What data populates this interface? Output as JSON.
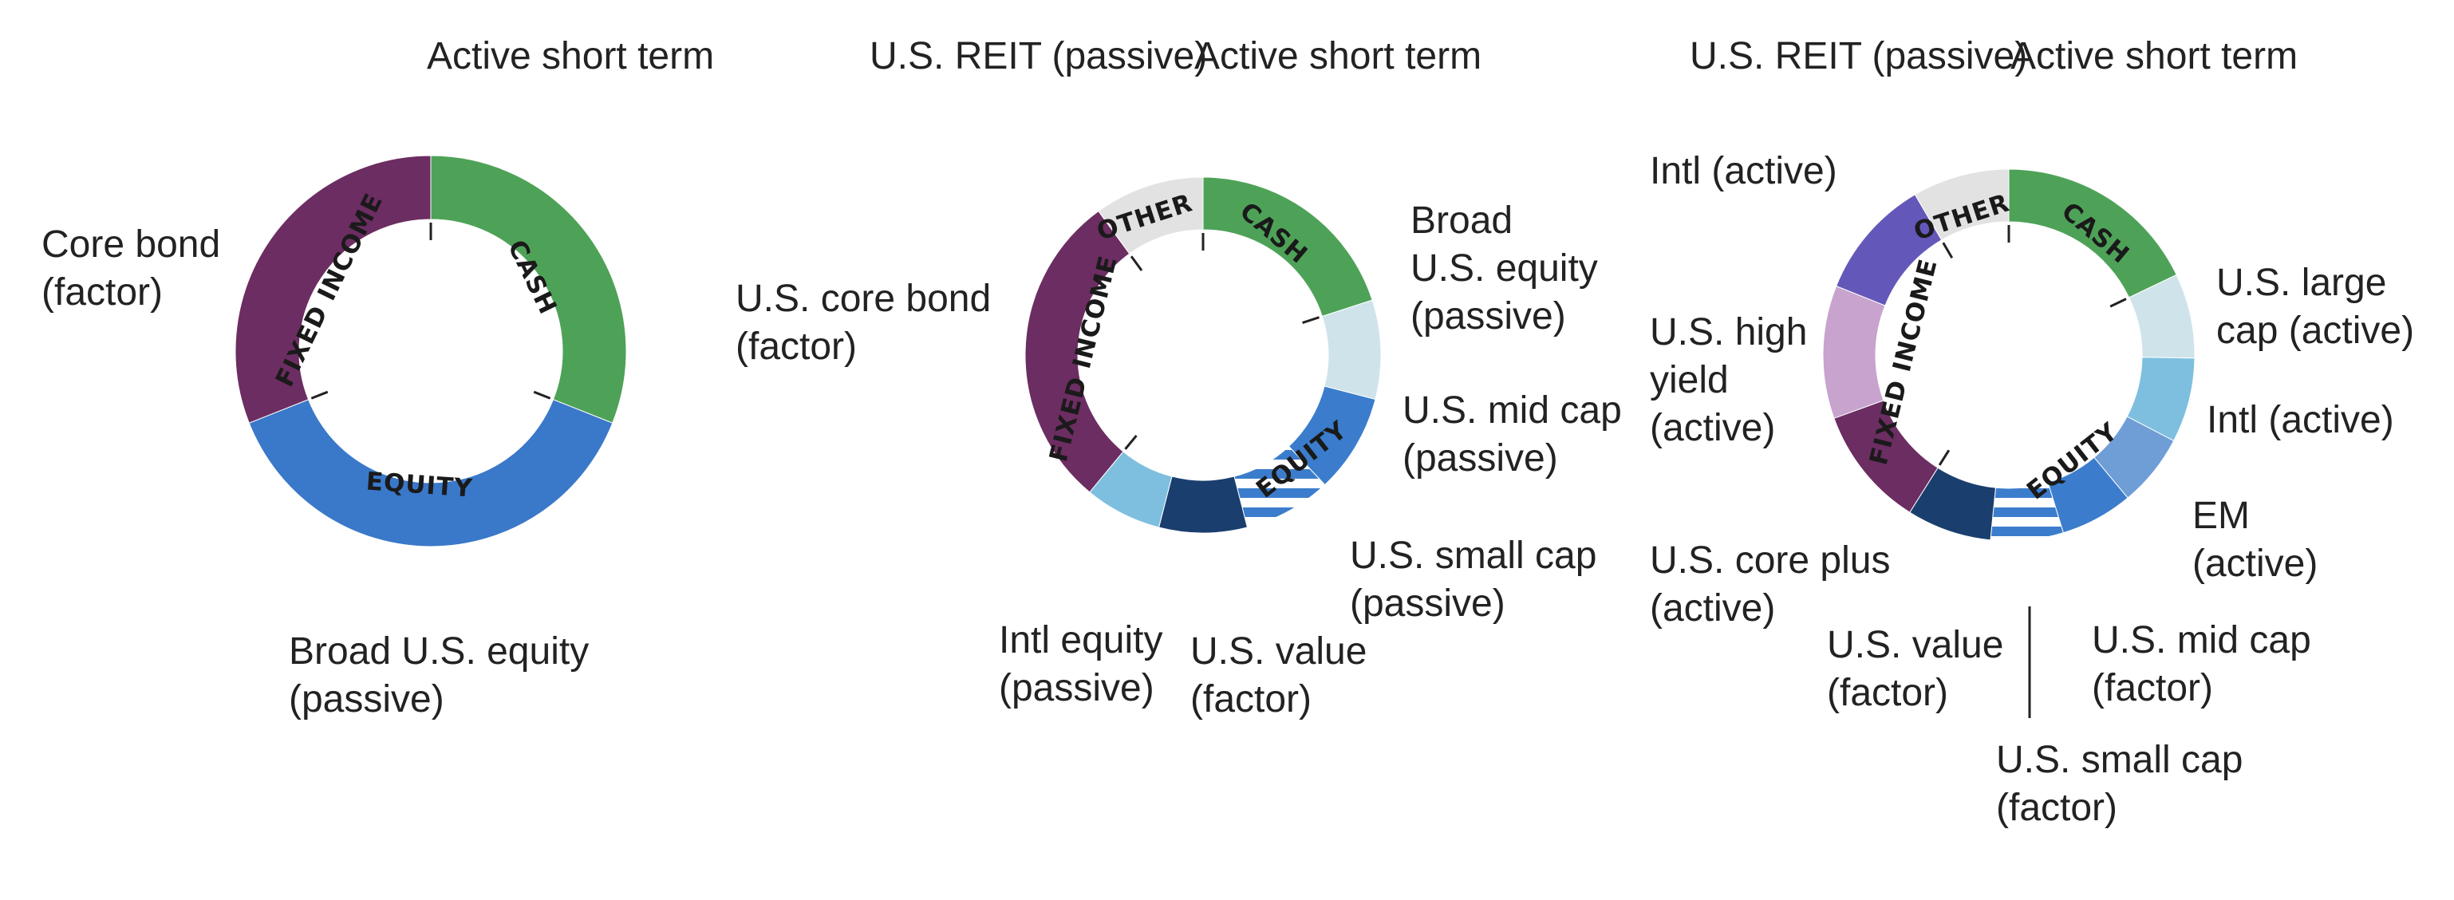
{
  "colors": {
    "cash": "#4ea258",
    "fixed_income": "#6c2d62",
    "broad_equity": "#3a78c9",
    "other": "#e2e2e2",
    "light_blue": "#cfe3ea",
    "mid_blue": "#3b7dcc",
    "navy": "#1a3e6e",
    "sky": "#7ebfdf",
    "indigo": "#6358b9",
    "lavender": "#c8a3ce",
    "em": "#6f9dd6"
  },
  "chart_data": [
    {
      "type": "pie",
      "style": "donut",
      "title": "",
      "slices": [
        {
          "label": "Active short term",
          "value": 31,
          "category": "CASH",
          "color": "#4ea258"
        },
        {
          "label": "Broad U.S. equity (passive)",
          "value": 38,
          "category": "EQUITY",
          "color": "#3a78c9"
        },
        {
          "label": "Core bond (factor)",
          "value": 31,
          "category": "FIXED INCOME",
          "color": "#6c2d62"
        }
      ],
      "categories": [
        "CASH",
        "EQUITY",
        "FIXED INCOME"
      ]
    },
    {
      "type": "pie",
      "style": "donut",
      "title": "",
      "slices": [
        {
          "label": "Active short term",
          "value": 20,
          "category": "CASH",
          "color": "#4ea258"
        },
        {
          "label": "Broad U.S. equity (passive)",
          "value": 9,
          "category": "EQUITY",
          "color": "#cfe3ea"
        },
        {
          "label": "U.S. mid cap (passive)",
          "value": 9,
          "category": "EQUITY",
          "color": "#3b7dcc"
        },
        {
          "label": "U.S. small cap (passive)",
          "value": 8,
          "category": "EQUITY",
          "color": "#3b7dcc",
          "hatched": true
        },
        {
          "label": "U.S. value (factor)",
          "value": 8,
          "category": "EQUITY",
          "color": "#1a3e6e"
        },
        {
          "label": "Intl equity (passive)",
          "value": 7,
          "category": "EQUITY",
          "color": "#7ebfdf"
        },
        {
          "label": "U.S. core bond (factor)",
          "value": 29,
          "category": "FIXED INCOME",
          "color": "#6c2d62"
        },
        {
          "label": "U.S. REIT (passive)",
          "value": 10,
          "category": "OTHER",
          "color": "#e2e2e2"
        }
      ],
      "categories": [
        "CASH",
        "EQUITY",
        "FIXED INCOME",
        "OTHER"
      ]
    },
    {
      "type": "pie",
      "style": "donut",
      "title": "",
      "slices": [
        {
          "label": "Active short term",
          "value": 17,
          "category": "CASH",
          "color": "#4ea258"
        },
        {
          "label": "U.S. large cap (active)",
          "value": 7,
          "category": "EQUITY",
          "color": "#cfe3ea"
        },
        {
          "label": "Intl (active)",
          "value": 7,
          "category": "EQUITY",
          "color": "#7ebfdf"
        },
        {
          "label": "EM (active)",
          "value": 6,
          "category": "EQUITY",
          "color": "#6f9dd6"
        },
        {
          "label": "U.S. mid cap (factor)",
          "value": 6,
          "category": "EQUITY",
          "color": "#3b7dcc"
        },
        {
          "label": "U.S. small cap (factor)",
          "value": 6,
          "category": "EQUITY",
          "color": "#3b7dcc",
          "hatched": true
        },
        {
          "label": "U.S. value (factor)",
          "value": 7,
          "category": "EQUITY",
          "color": "#1a3e6e"
        },
        {
          "label": "U.S. core plus (active)",
          "value": 10,
          "category": "FIXED INCOME",
          "color": "#6c2d62"
        },
        {
          "label": "U.S. high yield (active)",
          "value": 11,
          "category": "FIXED INCOME",
          "color": "#c8a3ce"
        },
        {
          "label": "Intl (active)",
          "value": 10,
          "category": "FIXED INCOME",
          "color": "#6358b9"
        },
        {
          "label": "U.S. REIT (passive)",
          "value": 8,
          "category": "OTHER",
          "color": "#e2e2e2"
        }
      ],
      "categories": [
        "CASH",
        "EQUITY",
        "FIXED INCOME",
        "OTHER"
      ]
    }
  ],
  "labels": {
    "chart1": {
      "active_short_term": "Active short term",
      "core_bond": [
        "Core bond",
        "(factor)"
      ],
      "broad_us_equity": [
        "Broad U.S. equity",
        "(passive)"
      ],
      "cat_cash": "CASH",
      "cat_equity": "EQUITY",
      "cat_fixed_income": "FIXED INCOME"
    },
    "chart2": {
      "us_reit": "U.S. REIT (passive)",
      "active_short_term": "Active short term",
      "broad_us_equity": [
        "Broad",
        "U.S. equity",
        "(passive)"
      ],
      "us_mid_cap": [
        "U.S. mid cap",
        "(passive)"
      ],
      "us_small_cap": [
        "U.S. small cap",
        "(passive)"
      ],
      "us_value": [
        "U.S. value",
        "(factor)"
      ],
      "intl_equity": [
        "Intl equity",
        "(passive)"
      ],
      "us_core_bond": [
        "U.S. core bond",
        "(factor)"
      ],
      "cat_cash": "CASH",
      "cat_equity": "EQUITY",
      "cat_fixed_income": "FIXED INCOME",
      "cat_other": "OTHER"
    },
    "chart3": {
      "us_reit": "U.S. REIT (passive)",
      "active_short_term": "Active short term",
      "intl_fi": "Intl (active)",
      "us_high_yield": [
        "U.S. high",
        "yield",
        "(active)"
      ],
      "us_core_plus": [
        "U.S. core plus",
        "(active)"
      ],
      "us_large_cap": [
        "U.S. large",
        "cap (active)"
      ],
      "intl_eq": "Intl (active)",
      "em": [
        "EM",
        "(active)"
      ],
      "us_mid_cap": [
        "U.S. mid cap",
        "(factor)"
      ],
      "us_value": [
        "U.S. value",
        "(factor)"
      ],
      "us_small_cap": [
        "U.S. small cap",
        "(factor)"
      ],
      "cat_cash": "CASH",
      "cat_equity": "EQUITY",
      "cat_fixed_income": "FIXED INCOME",
      "cat_other": "OTHER"
    }
  }
}
